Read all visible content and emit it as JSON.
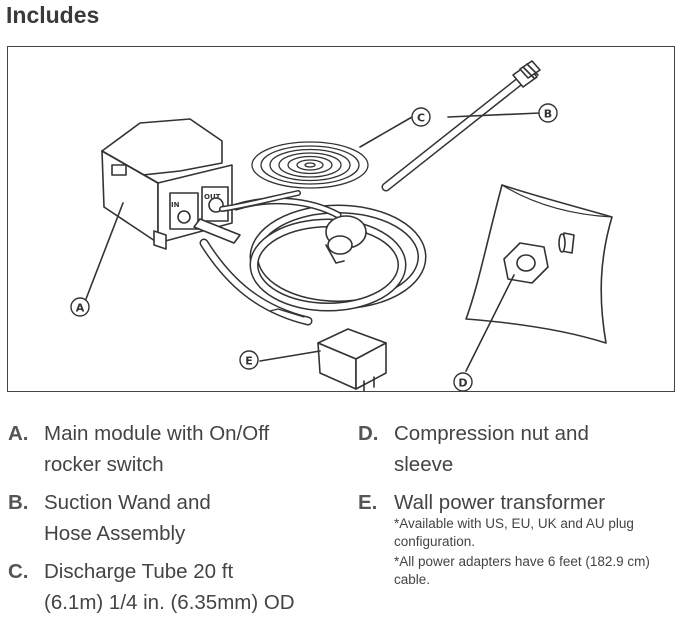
{
  "title": "Includes",
  "callouts": [
    "A",
    "B",
    "C",
    "D",
    "E"
  ],
  "items_left": [
    {
      "letter": "A.",
      "line1": "Main module with On/Off",
      "line2": "rocker switch"
    },
    {
      "letter": "B.",
      "line1": "Suction Wand and",
      "line2": "Hose Assembly"
    },
    {
      "letter": "C.",
      "line1": "Discharge Tube 20 ft",
      "line2": "(6.1m) 1/4 in. (6.35mm) OD"
    }
  ],
  "items_right": [
    {
      "letter": "D.",
      "line1": "Compression nut and",
      "line2": "sleeve"
    },
    {
      "letter": "E.",
      "line1": "Wall power transformer"
    }
  ],
  "module_labels": {
    "in": "IN",
    "out": "OUT"
  },
  "notes": [
    "*Available with US, EU, UK and AU plug configuration.",
    "*All power adapters have 6 feet (182.9 cm) cable."
  ]
}
